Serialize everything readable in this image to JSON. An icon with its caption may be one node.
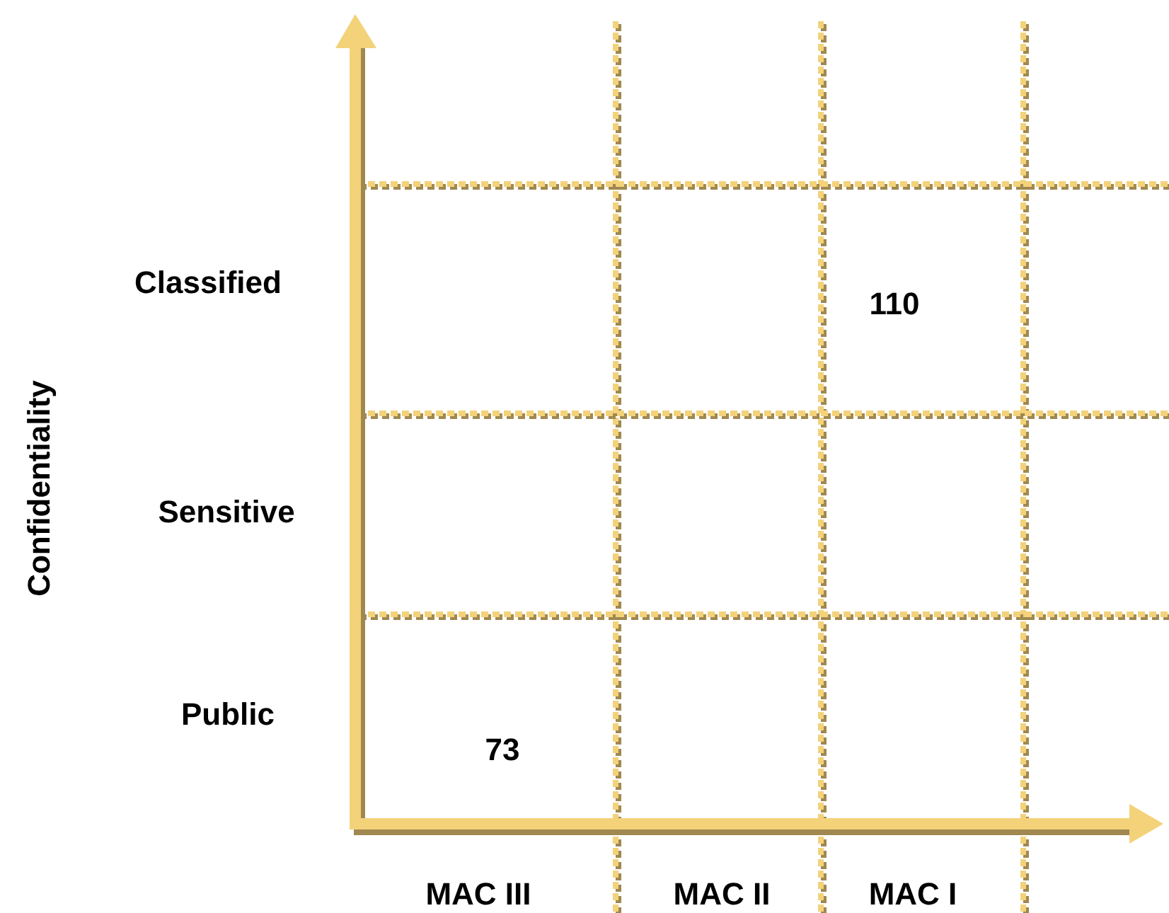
{
  "diagram": {
    "labels": [
      "Confidentiality",
      "Classified",
      "110",
      "Sensitive",
      "Public",
      "73",
      "MAC III",
      "MAC II",
      "MAC I"
    ]
  }
}
